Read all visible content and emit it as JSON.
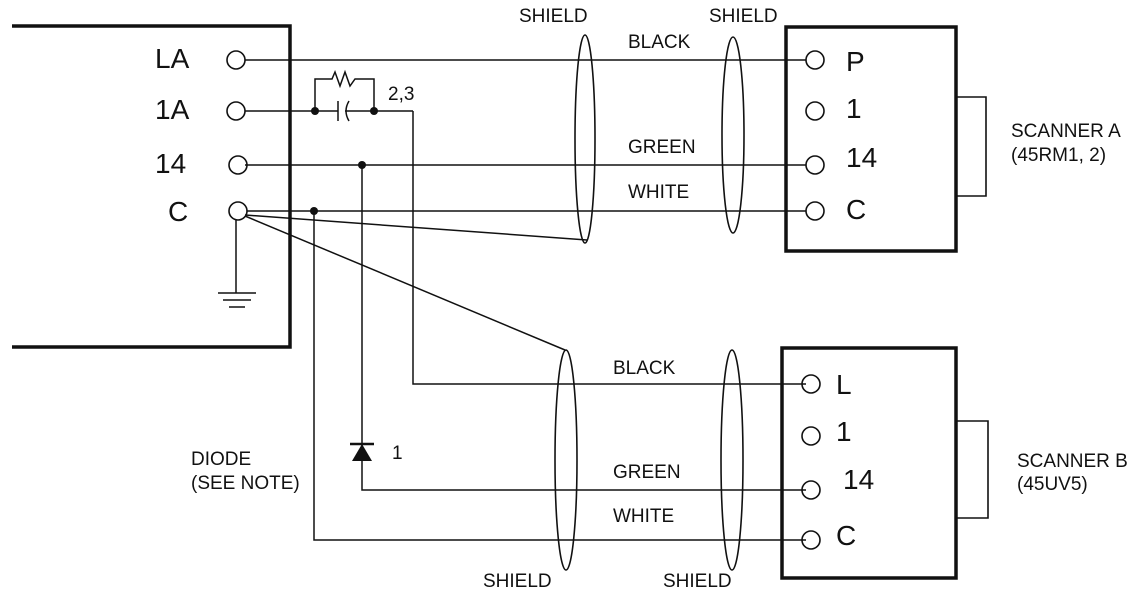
{
  "controller": {
    "terminals": [
      "LA",
      "1A",
      "14",
      "C"
    ]
  },
  "components": {
    "rc_label": "2,3",
    "diode_label": "1",
    "diode_note_line1": "DIODE",
    "diode_note_line2": "(SEE NOTE)"
  },
  "cable_a": {
    "shield_left": "SHIELD",
    "shield_right": "SHIELD",
    "wire_black": "BLACK",
    "wire_green": "GREEN",
    "wire_white": "WHITE"
  },
  "cable_b": {
    "shield_left": "SHIELD",
    "shield_right": "SHIELD",
    "wire_black": "BLACK",
    "wire_green": "GREEN",
    "wire_white": "WHITE"
  },
  "scanner_a": {
    "terminals": [
      "P",
      "1",
      "14",
      "C"
    ],
    "name": "SCANNER A",
    "model": "(45RM1, 2)"
  },
  "scanner_b": {
    "terminals": [
      "L",
      "1",
      "14",
      "C"
    ],
    "name": "SCANNER B",
    "model": "(45UV5)"
  }
}
